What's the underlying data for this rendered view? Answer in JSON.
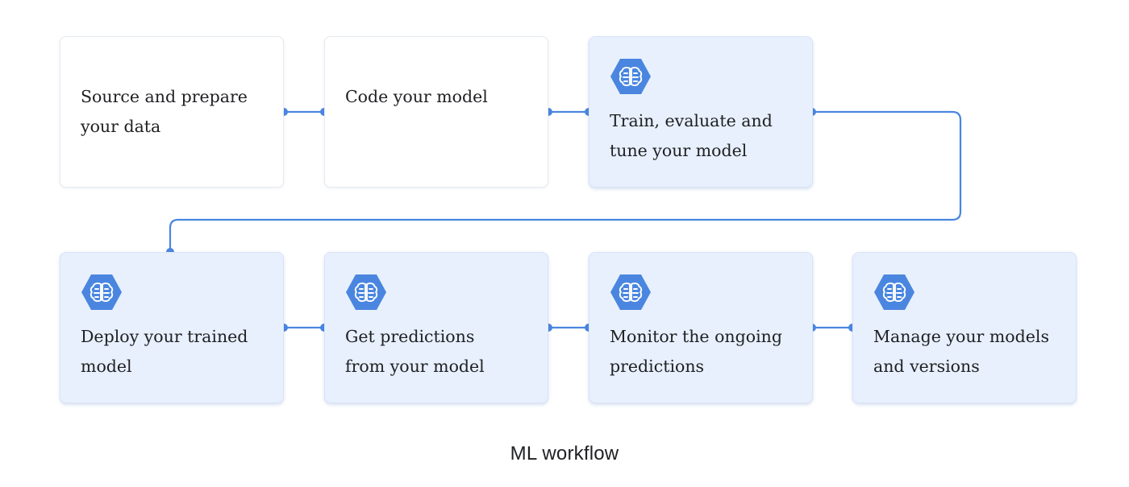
{
  "diagram": {
    "caption": "ML workflow",
    "colors": {
      "accent": "#4a86e0",
      "ai_box_fill": "#e8f0fd",
      "plain_box_fill": "#ffffff",
      "text": "#202124"
    },
    "steps": [
      {
        "label": "Source and prepare\nyour data",
        "style": "plain",
        "icon": ""
      },
      {
        "label": "Code your model",
        "style": "plain",
        "icon": ""
      },
      {
        "label": "Train, evaluate and\ntune your model",
        "style": "ai",
        "icon": "ai-platform-brain-icon"
      },
      {
        "label": "Deploy your trained\nmodel",
        "style": "ai",
        "icon": "ai-platform-brain-icon"
      },
      {
        "label": "Get predictions\nfrom your model",
        "style": "ai",
        "icon": "ai-platform-brain-icon"
      },
      {
        "label": "Monitor the ongoing\npredictions",
        "style": "ai",
        "icon": "ai-platform-brain-icon"
      },
      {
        "label": "Manage your models\nand versions",
        "style": "ai",
        "icon": "ai-platform-brain-icon"
      }
    ]
  }
}
